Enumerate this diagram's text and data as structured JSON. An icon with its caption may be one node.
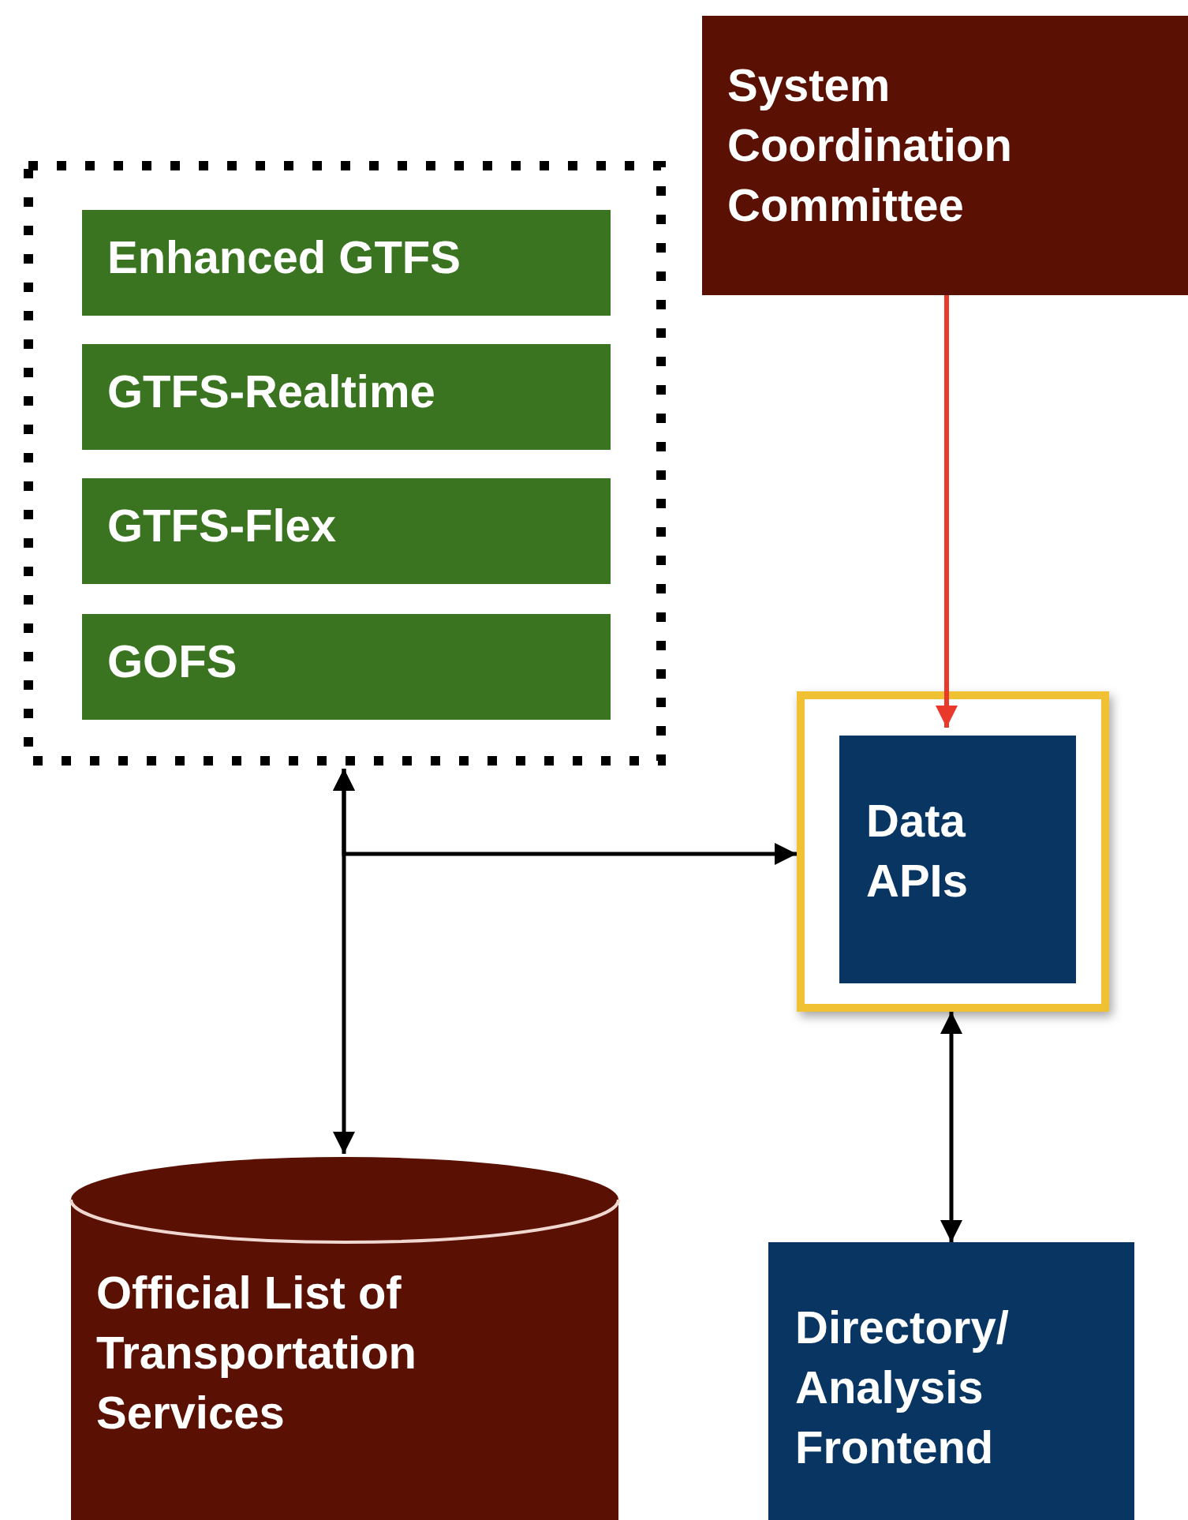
{
  "diagram": {
    "nodes": [
      {
        "text": [],
        "shape": "box"
      },
      {
        "text": [
          "Enhanced GTFS"
        ],
        "in": 0
      },
      {
        "text": [
          "GTFS-Realtime"
        ],
        "in": 0
      },
      {
        "text": [
          "GTFS-Flex"
        ],
        "in": 0
      },
      {
        "text": [
          "GOFS"
        ],
        "in": 0
      },
      {
        "text": [
          "System Coordination Committee"
        ]
      },
      {
        "text": [],
        "shape": "box"
      },
      {
        "text": [
          "Data APIs"
        ],
        "in": 6
      },
      {
        "text": [
          "Official List of Transportation Services"
        ]
      },
      {
        "text": [
          "Directory/ Analysis Frontend"
        ]
      }
    ],
    "edges": [
      {
        "from": 5,
        "to": 7,
        "arrow": "to",
        "color": "#e8392b"
      },
      {
        "from": 0,
        "to": 8,
        "arrow": "both"
      },
      {
        "from": 0,
        "to": 6,
        "arrow": "both"
      },
      {
        "from": 6,
        "to": 9,
        "arrow": "both"
      }
    ]
  }
}
